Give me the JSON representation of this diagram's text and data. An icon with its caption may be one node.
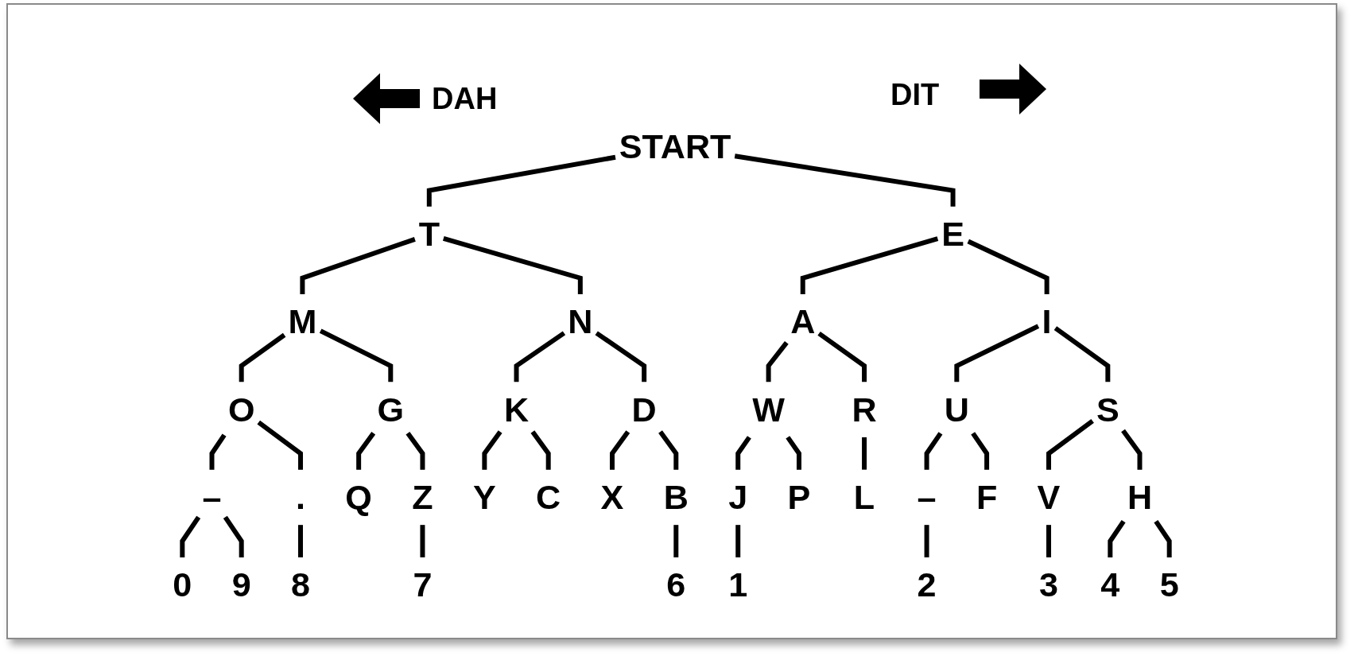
{
  "diagram": {
    "nodes": [
      {
        "text": [
          "START"
        ]
      },
      {
        "text": [
          "T"
        ]
      },
      {
        "text": [
          "E"
        ]
      },
      {
        "text": [
          "M"
        ]
      },
      {
        "text": [
          "N"
        ]
      },
      {
        "text": [
          "A"
        ]
      },
      {
        "text": [
          "I"
        ]
      },
      {
        "text": [
          "O"
        ]
      },
      {
        "text": [
          "G"
        ]
      },
      {
        "text": [
          "K"
        ]
      },
      {
        "text": [
          "D"
        ]
      },
      {
        "text": [
          "W"
        ]
      },
      {
        "text": [
          "R"
        ]
      },
      {
        "text": [
          "U"
        ]
      },
      {
        "text": [
          "S"
        ]
      },
      {
        "text": [
          "–"
        ]
      },
      {
        "text": [
          "."
        ]
      },
      {
        "text": [
          "Q"
        ]
      },
      {
        "text": [
          "Z"
        ]
      },
      {
        "text": [
          "Y"
        ]
      },
      {
        "text": [
          "C"
        ]
      },
      {
        "text": [
          "X"
        ]
      },
      {
        "text": [
          "B"
        ]
      },
      {
        "text": [
          "J"
        ]
      },
      {
        "text": [
          "P"
        ]
      },
      {
        "text": [
          "L"
        ]
      },
      {
        "text": [
          "–"
        ]
      },
      {
        "text": [
          "F"
        ]
      },
      {
        "text": [
          "V"
        ]
      },
      {
        "text": [
          "H"
        ]
      },
      {
        "text": [
          "0"
        ]
      },
      {
        "text": [
          "9"
        ]
      },
      {
        "text": [
          "8"
        ]
      },
      {
        "text": [
          "7"
        ]
      },
      {
        "text": [
          "6"
        ]
      },
      {
        "text": [
          "1"
        ]
      },
      {
        "text": [
          "2"
        ]
      },
      {
        "text": [
          "3"
        ]
      },
      {
        "text": [
          "4"
        ]
      },
      {
        "text": [
          "5"
        ]
      }
    ],
    "edges": [
      {
        "from": 0,
        "to": 1,
        "arrow": "none"
      },
      {
        "from": 0,
        "to": 2,
        "arrow": "none"
      },
      {
        "from": 1,
        "to": 3,
        "arrow": "none"
      },
      {
        "from": 1,
        "to": 4,
        "arrow": "none"
      },
      {
        "from": 2,
        "to": 5,
        "arrow": "none"
      },
      {
        "from": 2,
        "to": 6,
        "arrow": "none"
      },
      {
        "from": 3,
        "to": 7,
        "arrow": "none"
      },
      {
        "from": 3,
        "to": 8,
        "arrow": "none"
      },
      {
        "from": 4,
        "to": 9,
        "arrow": "none"
      },
      {
        "from": 4,
        "to": 10,
        "arrow": "none"
      },
      {
        "from": 5,
        "to": 11,
        "arrow": "none"
      },
      {
        "from": 5,
        "to": 12,
        "arrow": "none"
      },
      {
        "from": 6,
        "to": 13,
        "arrow": "none"
      },
      {
        "from": 6,
        "to": 14,
        "arrow": "none"
      },
      {
        "from": 7,
        "to": 15,
        "arrow": "none"
      },
      {
        "from": 7,
        "to": 16,
        "arrow": "none"
      },
      {
        "from": 8,
        "to": 17,
        "arrow": "none"
      },
      {
        "from": 8,
        "to": 18,
        "arrow": "none"
      },
      {
        "from": 9,
        "to": 19,
        "arrow": "none"
      },
      {
        "from": 9,
        "to": 20,
        "arrow": "none"
      },
      {
        "from": 10,
        "to": 21,
        "arrow": "none"
      },
      {
        "from": 10,
        "to": 22,
        "arrow": "none"
      },
      {
        "from": 11,
        "to": 23,
        "arrow": "none"
      },
      {
        "from": 11,
        "to": 24,
        "arrow": "none"
      },
      {
        "from": 12,
        "to": 25,
        "arrow": "none"
      },
      {
        "from": 13,
        "to": 26,
        "arrow": "none"
      },
      {
        "from": 13,
        "to": 27,
        "arrow": "none"
      },
      {
        "from": 14,
        "to": 28,
        "arrow": "none"
      },
      {
        "from": 14,
        "to": 29,
        "arrow": "none"
      },
      {
        "from": 15,
        "to": 30,
        "arrow": "none"
      },
      {
        "from": 15,
        "to": 31,
        "arrow": "none"
      },
      {
        "from": 16,
        "to": 32,
        "arrow": "none"
      },
      {
        "from": 18,
        "to": 33,
        "arrow": "none"
      },
      {
        "from": 22,
        "to": 34,
        "arrow": "none"
      },
      {
        "from": 23,
        "to": 35,
        "arrow": "none"
      },
      {
        "from": 26,
        "to": 36,
        "arrow": "none"
      },
      {
        "from": 28,
        "to": 37,
        "arrow": "none"
      },
      {
        "from": 29,
        "to": 38,
        "arrow": "none"
      },
      {
        "from": 29,
        "to": 39,
        "arrow": "none"
      }
    ],
    "labels": [
      "DAH",
      "DIT"
    ]
  }
}
